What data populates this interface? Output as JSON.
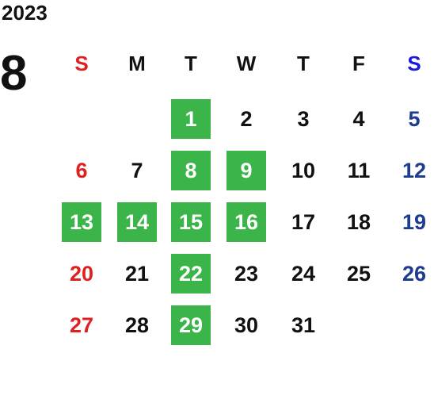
{
  "calendar": {
    "year": "2023",
    "month": "8",
    "weekdays": [
      "S",
      "M",
      "T",
      "W",
      "T",
      "F",
      "S"
    ],
    "start_weekday_index": 2,
    "days_in_month": 31,
    "highlighted_days": [
      1,
      8,
      9,
      13,
      14,
      15,
      16,
      22,
      29
    ],
    "colors": {
      "sunday": "#e02020",
      "saturday": "#1e3d8f",
      "saturday_header": "#1a1ae0",
      "weekday": "#111111",
      "highlight_bg": "#3bb54a",
      "highlight_text": "#ffffff"
    }
  }
}
